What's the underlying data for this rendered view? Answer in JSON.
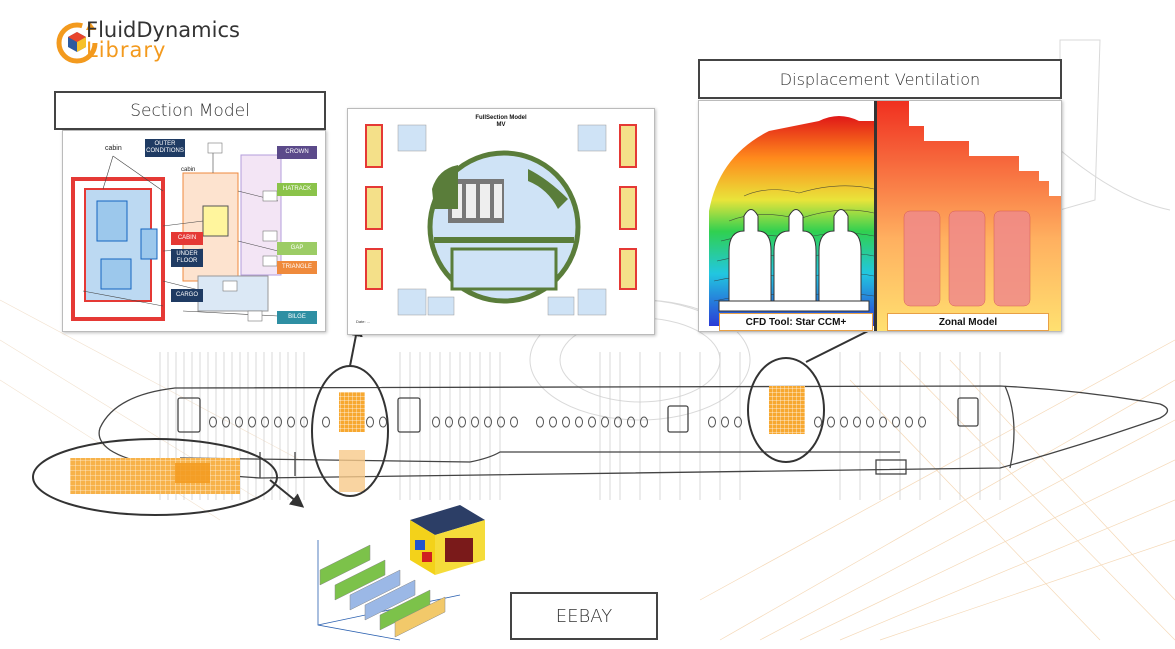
{
  "logo": {
    "line1": "FluidDynamics",
    "line2": "Library"
  },
  "labels": {
    "section_model": "Section Model",
    "displacement_ventilation": "Displacement Ventilation",
    "eebay": "EEBAY"
  },
  "section_model_panel": {
    "cabin_top": "cabin",
    "cabin_mid": "cabin",
    "outer_conditions": "OUTER CONDITIONS",
    "crown": "CROWN",
    "hatrack": "HATRACK",
    "cabin": "CABIN",
    "under_floor": "UNDER FLOOR",
    "gap": "GAP",
    "triangle": "TRIANGLE",
    "cargo": "CARGO",
    "bilge": "BILGE"
  },
  "fullsection_panel": {
    "title": "FullSection Model",
    "subtitle": "MV"
  },
  "ventilation_panel": {
    "cfd_caption": "CFD Tool: Star CCM+",
    "zonal_caption": "Zonal Model"
  },
  "colors": {
    "accent": "#f39a1e",
    "navy": "#1f3b63",
    "crown": "#5b4a8a",
    "hatrack": "#8bc34a",
    "cabin": "#e53935",
    "gap": "#9ccc65",
    "triangle": "#ef8a3c",
    "bilge": "#2e8fa3"
  }
}
